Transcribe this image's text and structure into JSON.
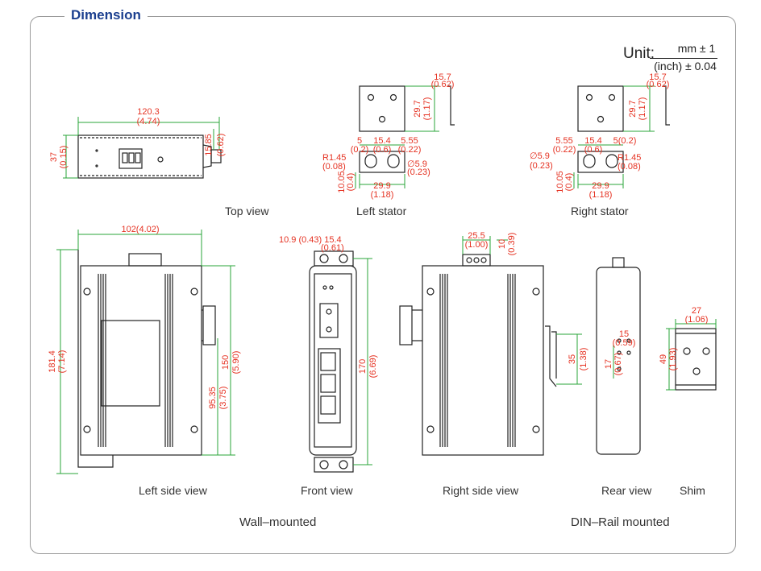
{
  "header": {
    "title": "Dimension"
  },
  "unit": {
    "label": "Unit:",
    "numerator": "mm ± 1",
    "denominator": "(inch) ± 0.04"
  },
  "colors": {
    "title": "#1b3f8f",
    "dimension_text": "#e53222",
    "dimension_line": "#2aa53a",
    "outline": "#222222"
  },
  "captions": {
    "top_view": "Top view",
    "left_stator": "Left stator",
    "right_stator": "Right stator",
    "left_side_view": "Left side view",
    "front_view": "Front view",
    "right_side_view": "Right side view",
    "rear_view": "Rear view",
    "shim": "Shim",
    "wall_mounted": "Wall–mounted",
    "din_rail_mounted": "DIN–Rail mounted"
  },
  "dimensions": {
    "top_width": "120.3",
    "top_width_in": "(4.74)",
    "top_height": "37",
    "top_height_in": "(0.15)",
    "top_conn": "15.85",
    "top_conn_in": "(0.62)",
    "ls_thick": "15.7",
    "ls_thick_in": "(0.62)",
    "ls_height": "29.7",
    "ls_height_in": "(1.17)",
    "ls_a": "5",
    "ls_a_in": "(0.2)",
    "ls_b": "15.4",
    "ls_b_in": "(0.6)",
    "ls_c": "5.55",
    "ls_c_in": "(0.22)",
    "ls_r": "R1.45",
    "ls_r_in": "(0.08)",
    "ls_hole": "∅5.9",
    "ls_hole_in": "(0.23)",
    "ls_h2": "10.05",
    "ls_h2_in": "(0.4)",
    "ls_w": "29.9",
    "ls_w_in": "(1.18)",
    "rs_thick": "15.7",
    "rs_thick_in": "(0.62)",
    "rs_height": "29.7",
    "rs_height_in": "(1.17)",
    "rs_a": "5.55",
    "rs_a_in": "(0.22)",
    "rs_b": "15.4",
    "rs_b_in": "(0.6)",
    "rs_c": "5(0.2)",
    "rs_hole": "∅5.9",
    "rs_hole_in": "(0.23)",
    "rs_r": "R1.45",
    "rs_r_in": "(0.08)",
    "rs_h2": "10.05",
    "rs_h2_in": "(0.4)",
    "rs_w": "29.9",
    "rs_w_in": "(1.18)",
    "lsv_width": "102(4.02)",
    "lsv_height": "181.4",
    "lsv_height_in": "(7.14)",
    "lsv_mid": "150",
    "lsv_mid_in": "(5.90)",
    "lsv_low": "95.35",
    "lsv_low_in": "(3.75)",
    "fv_top": "10.9 (0.43) 15.4",
    "fv_top_in": "(0.61)",
    "fv_height": "170",
    "fv_height_in": "(6.69)",
    "rsv_top": "25.5",
    "rsv_top_in": "(1.00)",
    "rsv_top2": "10",
    "rsv_top2_in": "(0.39)",
    "rsv_rail": "35",
    "rsv_rail_in": "(1.38)",
    "rv_a": "15",
    "rv_a_in": "(0.59)",
    "rv_b": "17",
    "rv_b_in": "(0.67)",
    "shim_w": "27",
    "shim_w_in": "(1.06)",
    "shim_h": "49",
    "shim_h_in": "(1.93)"
  }
}
